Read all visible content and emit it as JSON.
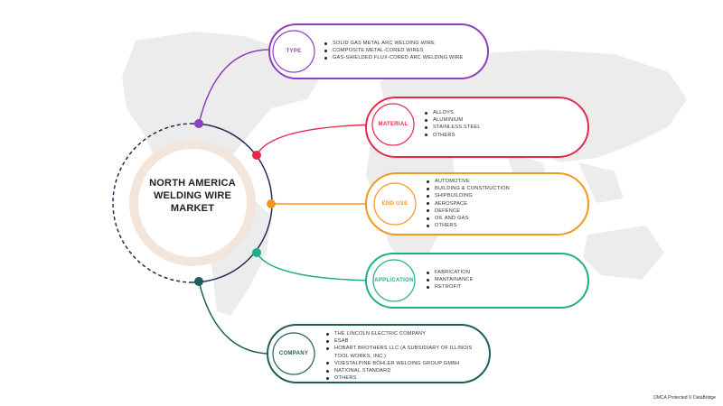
{
  "center": {
    "line1": "NORTH AMERICA",
    "line2": "WELDING WIRE",
    "line3": "MARKET"
  },
  "segments": [
    {
      "id": "type",
      "label": "TYPE",
      "color": "#8e3fbf",
      "items": [
        "SOLID GAS METAL ARC WELDING WIRE",
        "COMPOSITE METAL-CORED WIRES",
        "GAS-SHIELDED FLUX-CORED ARC WELDING WIRE"
      ]
    },
    {
      "id": "material",
      "label": "MATERIAL",
      "color": "#e8284b",
      "items": [
        "ALLOYS",
        "ALUMINIUM",
        "STAINLESS STEEL",
        "OTHERS"
      ]
    },
    {
      "id": "end-use",
      "label": "END USE",
      "color": "#f5961e",
      "items": [
        "AUTOMOTIVE",
        "BUILDING & CONSTRUCTION",
        "SHIPBUILDING",
        "AEROSPACE",
        "DEFENCE",
        "OIL AND GAS",
        "OTHERS"
      ]
    },
    {
      "id": "application",
      "label": "APPLICATION",
      "color": "#1fae8c",
      "items": [
        "FABRICATION",
        "MANTAINANCE",
        "RETROFIT"
      ]
    },
    {
      "id": "company",
      "label": "COMPANY",
      "color": "#1f5e5c",
      "items": [
        "THE LINCOLN ELECTRIC COMPANY",
        "ESAB",
        "HOBART BROTHERS LLC (A SUBSIDIARY OF ILLINOIS TOOL WORKS, INC.)",
        "VOESTALPINE BÖHLER WELDING GROUP GMBH",
        "NATIONAL STANDARD",
        "OTHERS"
      ]
    }
  ],
  "footer": "DMCA Protected © DataBridge"
}
